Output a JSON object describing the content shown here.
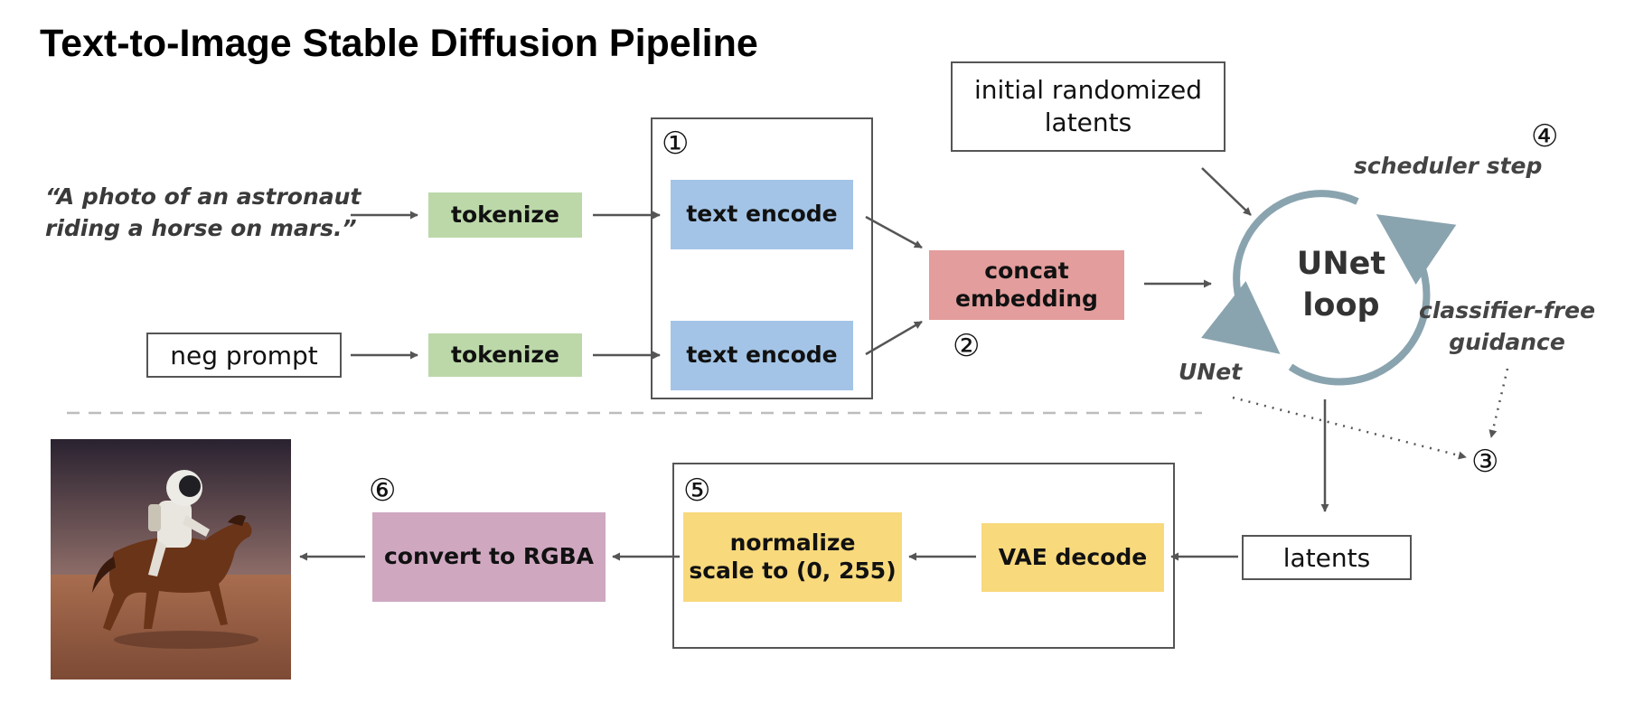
{
  "title": "Text-to-Image Stable Diffusion Pipeline",
  "prompt": {
    "line1": "“A photo of an astronaut",
    "line2": "riding a horse on mars.”"
  },
  "neg_prompt": "neg prompt",
  "tokenize_label": "tokenize",
  "text_encode_label": "text encode",
  "concat": {
    "line1": "concat",
    "line2": "embedding"
  },
  "initial_latents": {
    "line1": "initial randomized",
    "line2": "latents"
  },
  "unet_loop": {
    "line1": "UNet",
    "line2": "loop"
  },
  "scheduler_step": "scheduler step",
  "classifier_free": {
    "line1": "classifier-free",
    "line2": "guidance"
  },
  "unet_label": "UNet",
  "latents_label": "latents",
  "vae_decode": "VAE decode",
  "normalize": {
    "line1": "normalize",
    "line2": "scale to (0, 255)"
  },
  "convert": "convert to RGBA",
  "step_numbers": [
    "①",
    "②",
    "③",
    "④",
    "⑤",
    "⑥"
  ],
  "colors": {
    "tokenize": "#bcd8a9",
    "text_encode": "#a3c4e6",
    "concat": "#e29d9c",
    "vae_normalize": "#f8d97c",
    "convert": "#cfa8c0",
    "loop_arrow": "#8aa4af"
  }
}
